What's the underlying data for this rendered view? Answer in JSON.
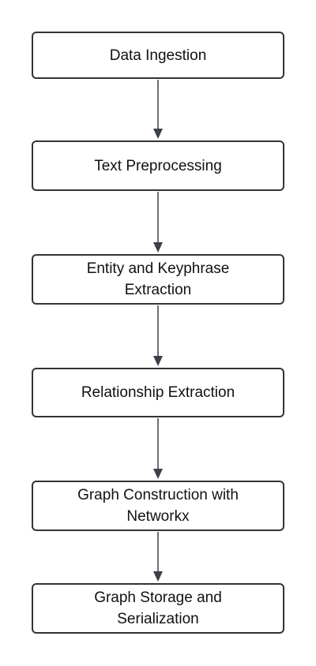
{
  "colors": {
    "stroke": "#333333",
    "arrow": "#3a3f4a",
    "text": "#111111",
    "background": "#ffffff"
  },
  "flow": {
    "steps": [
      {
        "label": "Data Ingestion"
      },
      {
        "label": "Text Preprocessing"
      },
      {
        "label": "Entity and Keyphrase\nExtraction"
      },
      {
        "label": "Relationship Extraction"
      },
      {
        "label": "Graph Construction with\nNetworkx"
      },
      {
        "label": "Graph Storage and\nSerialization"
      }
    ]
  }
}
